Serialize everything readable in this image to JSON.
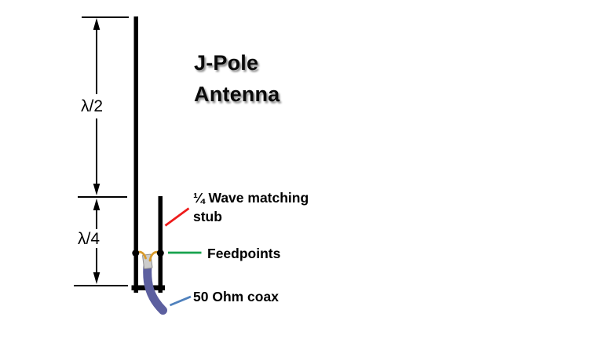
{
  "title": {
    "line1": "J-Pole",
    "line2": "Antenna"
  },
  "dimensions": {
    "half_wave": "λ/2",
    "quarter_wave": "λ/4"
  },
  "labels": {
    "matching_stub": "¼ Wave matching stub",
    "feedpoints": "Feedpoints",
    "coax": "50 Ohm coax"
  },
  "colors": {
    "ink": "#000000",
    "stub_pointer": "#ee1b1b",
    "feedpoint_pointer": "#17a34e",
    "coax_pointer": "#4f81bd",
    "coax_cable": "#5c5f9f",
    "feed_wire": "#d79a2b",
    "connector_fill": "#cccccc"
  }
}
